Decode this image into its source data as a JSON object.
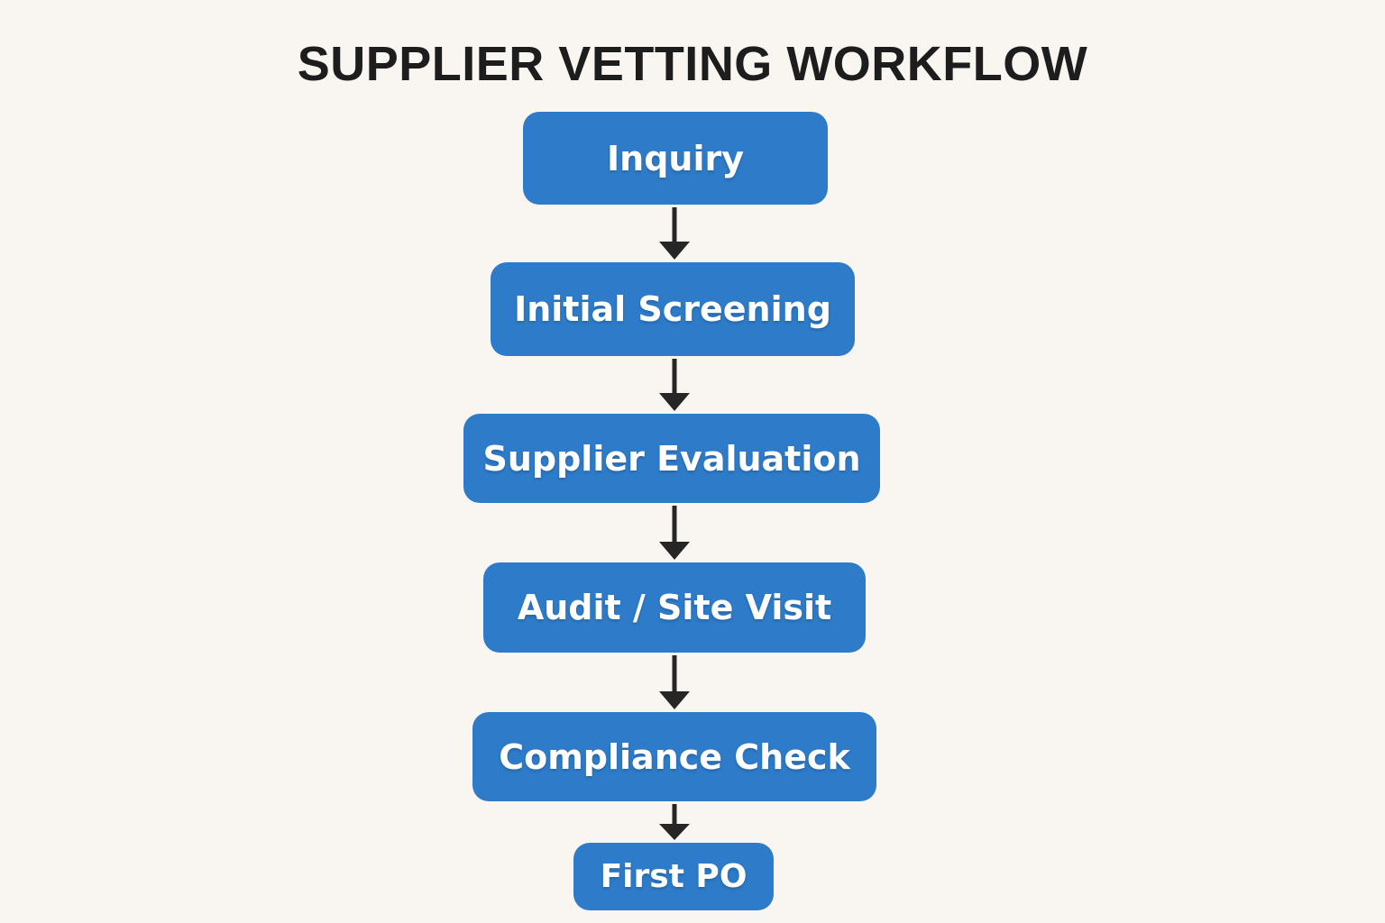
{
  "title": "SUPPLIER VETTING WORKFLOW",
  "colors": {
    "background": "#f9f5f0",
    "node_fill": "#2e7cc9",
    "node_text": "#ffffff",
    "title_text": "#1d1d1d",
    "arrow": "#262626"
  },
  "workflow": {
    "connector": "arrow-down",
    "steps": [
      {
        "label": "Inquiry"
      },
      {
        "label": "Initial Screening"
      },
      {
        "label": "Supplier Evaluation"
      },
      {
        "label": "Audit / Site Visit"
      },
      {
        "label": "Compliance Check"
      },
      {
        "label": "First PO"
      }
    ]
  }
}
